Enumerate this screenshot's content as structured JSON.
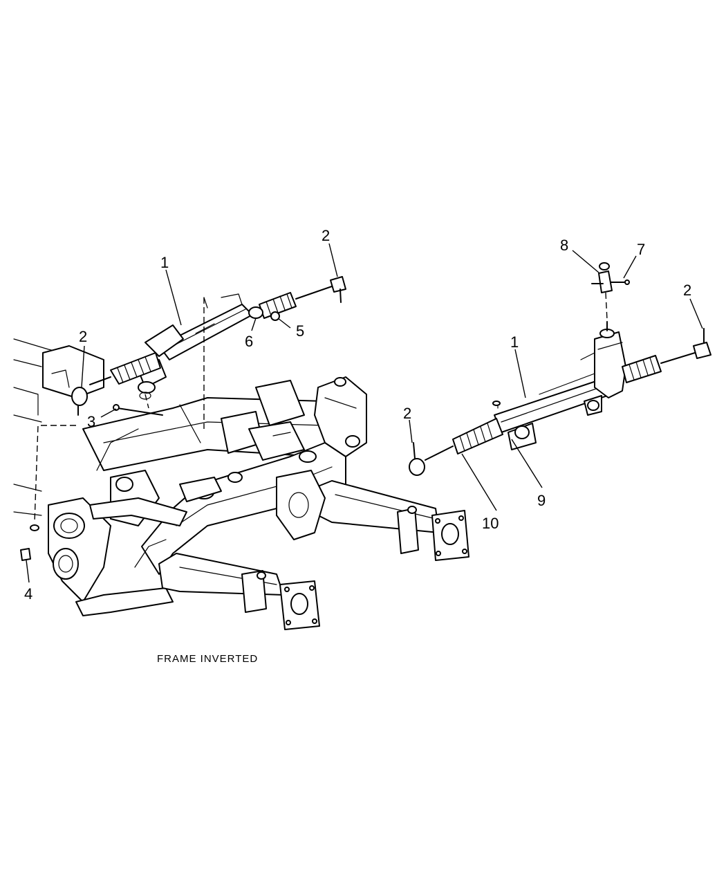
{
  "caption": "FRAME INVERTED",
  "callouts": {
    "left_rack": "1",
    "left_tie_rod_end_right": "2",
    "left_tie_rod_end_left": "2",
    "bolt": "3",
    "nut_lower": "4",
    "nut": "5",
    "bushing": "6",
    "right_rack": "1",
    "right_tie_rod_end_left": "2",
    "right_tie_rod_end_right": "2",
    "bolt_coupler": "7",
    "coupler": "8",
    "bracket": "9",
    "boot": "10"
  }
}
